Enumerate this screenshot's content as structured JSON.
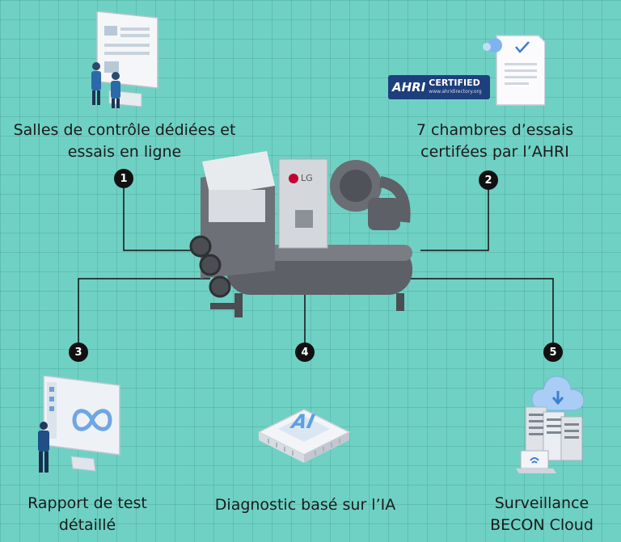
{
  "items": [
    {
      "number": "1",
      "line1": "Salles de contrôle dédiées et",
      "line2": "essais en ligne"
    },
    {
      "number": "2",
      "line1": "7 chambres d’essais",
      "line2": "certifées par l’AHRI"
    },
    {
      "number": "3",
      "line1": "Rapport de test",
      "line2": "détaillé"
    },
    {
      "number": "4",
      "line1": "Diagnostic basé sur l’IA"
    },
    {
      "number": "5",
      "line1": "Surveillance",
      "line2": "BECON Cloud"
    }
  ],
  "ahri_badge": {
    "text": "AHRI",
    "text2": "CERTIFIED",
    "url": "www.ahridirectory.org"
  },
  "chiller_brand": "LG",
  "ai_chip_text": "AI",
  "colors": {
    "background": "#6fd1c4",
    "line": "#111111",
    "chiller": "#6b6d73"
  }
}
